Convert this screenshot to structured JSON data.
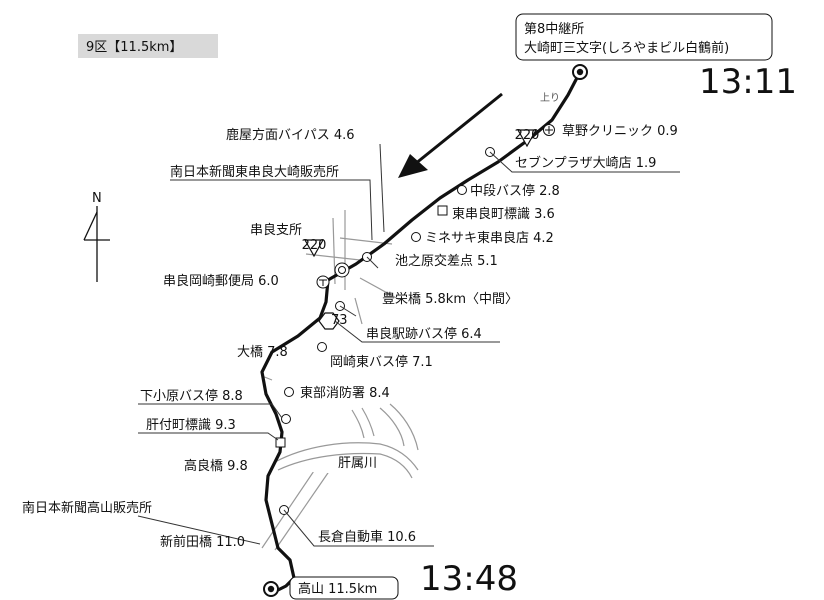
{
  "section_title": "9区【11.5km】",
  "start": {
    "line1": "第8中継所",
    "line2": "大崎町三文字(しろやまビル白鶴前)",
    "time": "13:11",
    "direction_label": "上り"
  },
  "finish": {
    "label": "高山 11.5km",
    "time": "13:48"
  },
  "compass": {
    "label": "N"
  },
  "road_signs": {
    "r73": "73",
    "r220": "220"
  },
  "river_label": "肝属川",
  "waypoints": [
    {
      "id": "kusano",
      "label": "草野クリニック 0.9"
    },
    {
      "id": "seven",
      "label": "セブンプラザ大崎店 1.9"
    },
    {
      "id": "nakadan",
      "label": "中段バス停 2.8"
    },
    {
      "id": "higashi-kushira-sign",
      "label": "東串良町標識 3.6"
    },
    {
      "id": "minesaki",
      "label": "ミネサキ東串良店 4.2"
    },
    {
      "id": "kanoya-bypass",
      "label": "鹿屋方面バイパス 4.6"
    },
    {
      "id": "minami-nippon-kushira",
      "label": "南日本新聞東串良大崎販売所"
    },
    {
      "id": "ikenohara",
      "label": "池之原交差点 5.1"
    },
    {
      "id": "kushira-branch",
      "label": "串良支所"
    },
    {
      "id": "kushira-post",
      "label": "串良岡崎郵便局 6.0"
    },
    {
      "id": "hoei-bridge",
      "label": "豊栄橋 5.8km〈中間〉"
    },
    {
      "id": "kushira-station-bus",
      "label": "串良駅跡バス停 6.4"
    },
    {
      "id": "okazaki-east-bus",
      "label": "岡崎東バス停 7.1"
    },
    {
      "id": "ohashi",
      "label": "大橋 7.8"
    },
    {
      "id": "tobu-fire",
      "label": "東部消防署 8.4"
    },
    {
      "id": "shimokohara-bus",
      "label": "下小原バス停 8.8"
    },
    {
      "id": "kimotsuki-sign",
      "label": "肝付町標識 9.3"
    },
    {
      "id": "takara-bridge",
      "label": "高良橋 9.8"
    },
    {
      "id": "minami-nippon-takayama",
      "label": "南日本新聞高山販売所"
    },
    {
      "id": "nagakura",
      "label": "長倉自動車 10.6"
    },
    {
      "id": "shinmaeda-bridge",
      "label": "新前田橋 11.0"
    }
  ]
}
